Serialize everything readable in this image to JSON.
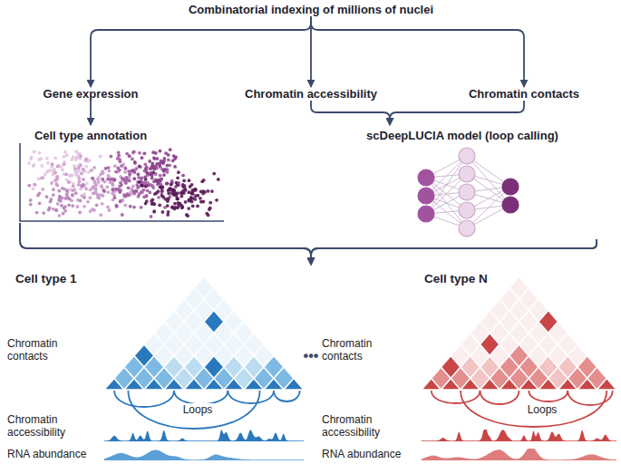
{
  "diagram": {
    "nodes": [
      {
        "text": [
          "Combinatorial indexing of millions of nuclei"
        ]
      },
      {
        "text": [
          "Gene expression"
        ]
      },
      {
        "text": [
          "Chromatin accessibility"
        ]
      },
      {
        "text": [
          "Chromatin contacts"
        ]
      },
      {
        "text": [
          "Cell type annotation"
        ]
      },
      {
        "text": [
          "scDeepLUCIA model (loop calling)"
        ]
      },
      {
        "text": [
          "Cell type 1",
          "Chromatin contacts",
          "Loops",
          "Chromatin accessibility",
          "RNA abundance"
        ]
      },
      {
        "text": [
          "Cell type N",
          "Chromatin contacts",
          "Loops",
          "Chromatin accessibility",
          "RNA abundance"
        ]
      }
    ],
    "edges": [
      {
        "from": 0,
        "to": 1,
        "arrow": "to"
      },
      {
        "from": 0,
        "to": 2,
        "arrow": "to"
      },
      {
        "from": 0,
        "to": 3,
        "arrow": "to"
      },
      {
        "from": 1,
        "to": 4,
        "arrow": "to"
      },
      {
        "from": 2,
        "to": 5,
        "arrow": "to"
      },
      {
        "from": 3,
        "to": 5,
        "arrow": "to"
      },
      {
        "from": 4,
        "to": 6,
        "arrow": "to"
      },
      {
        "from": 4,
        "to": 7,
        "arrow": "to"
      },
      {
        "from": 5,
        "to": 6,
        "arrow": "to"
      },
      {
        "from": 5,
        "to": 7,
        "arrow": "to"
      }
    ],
    "labels": [
      "•••"
    ]
  }
}
